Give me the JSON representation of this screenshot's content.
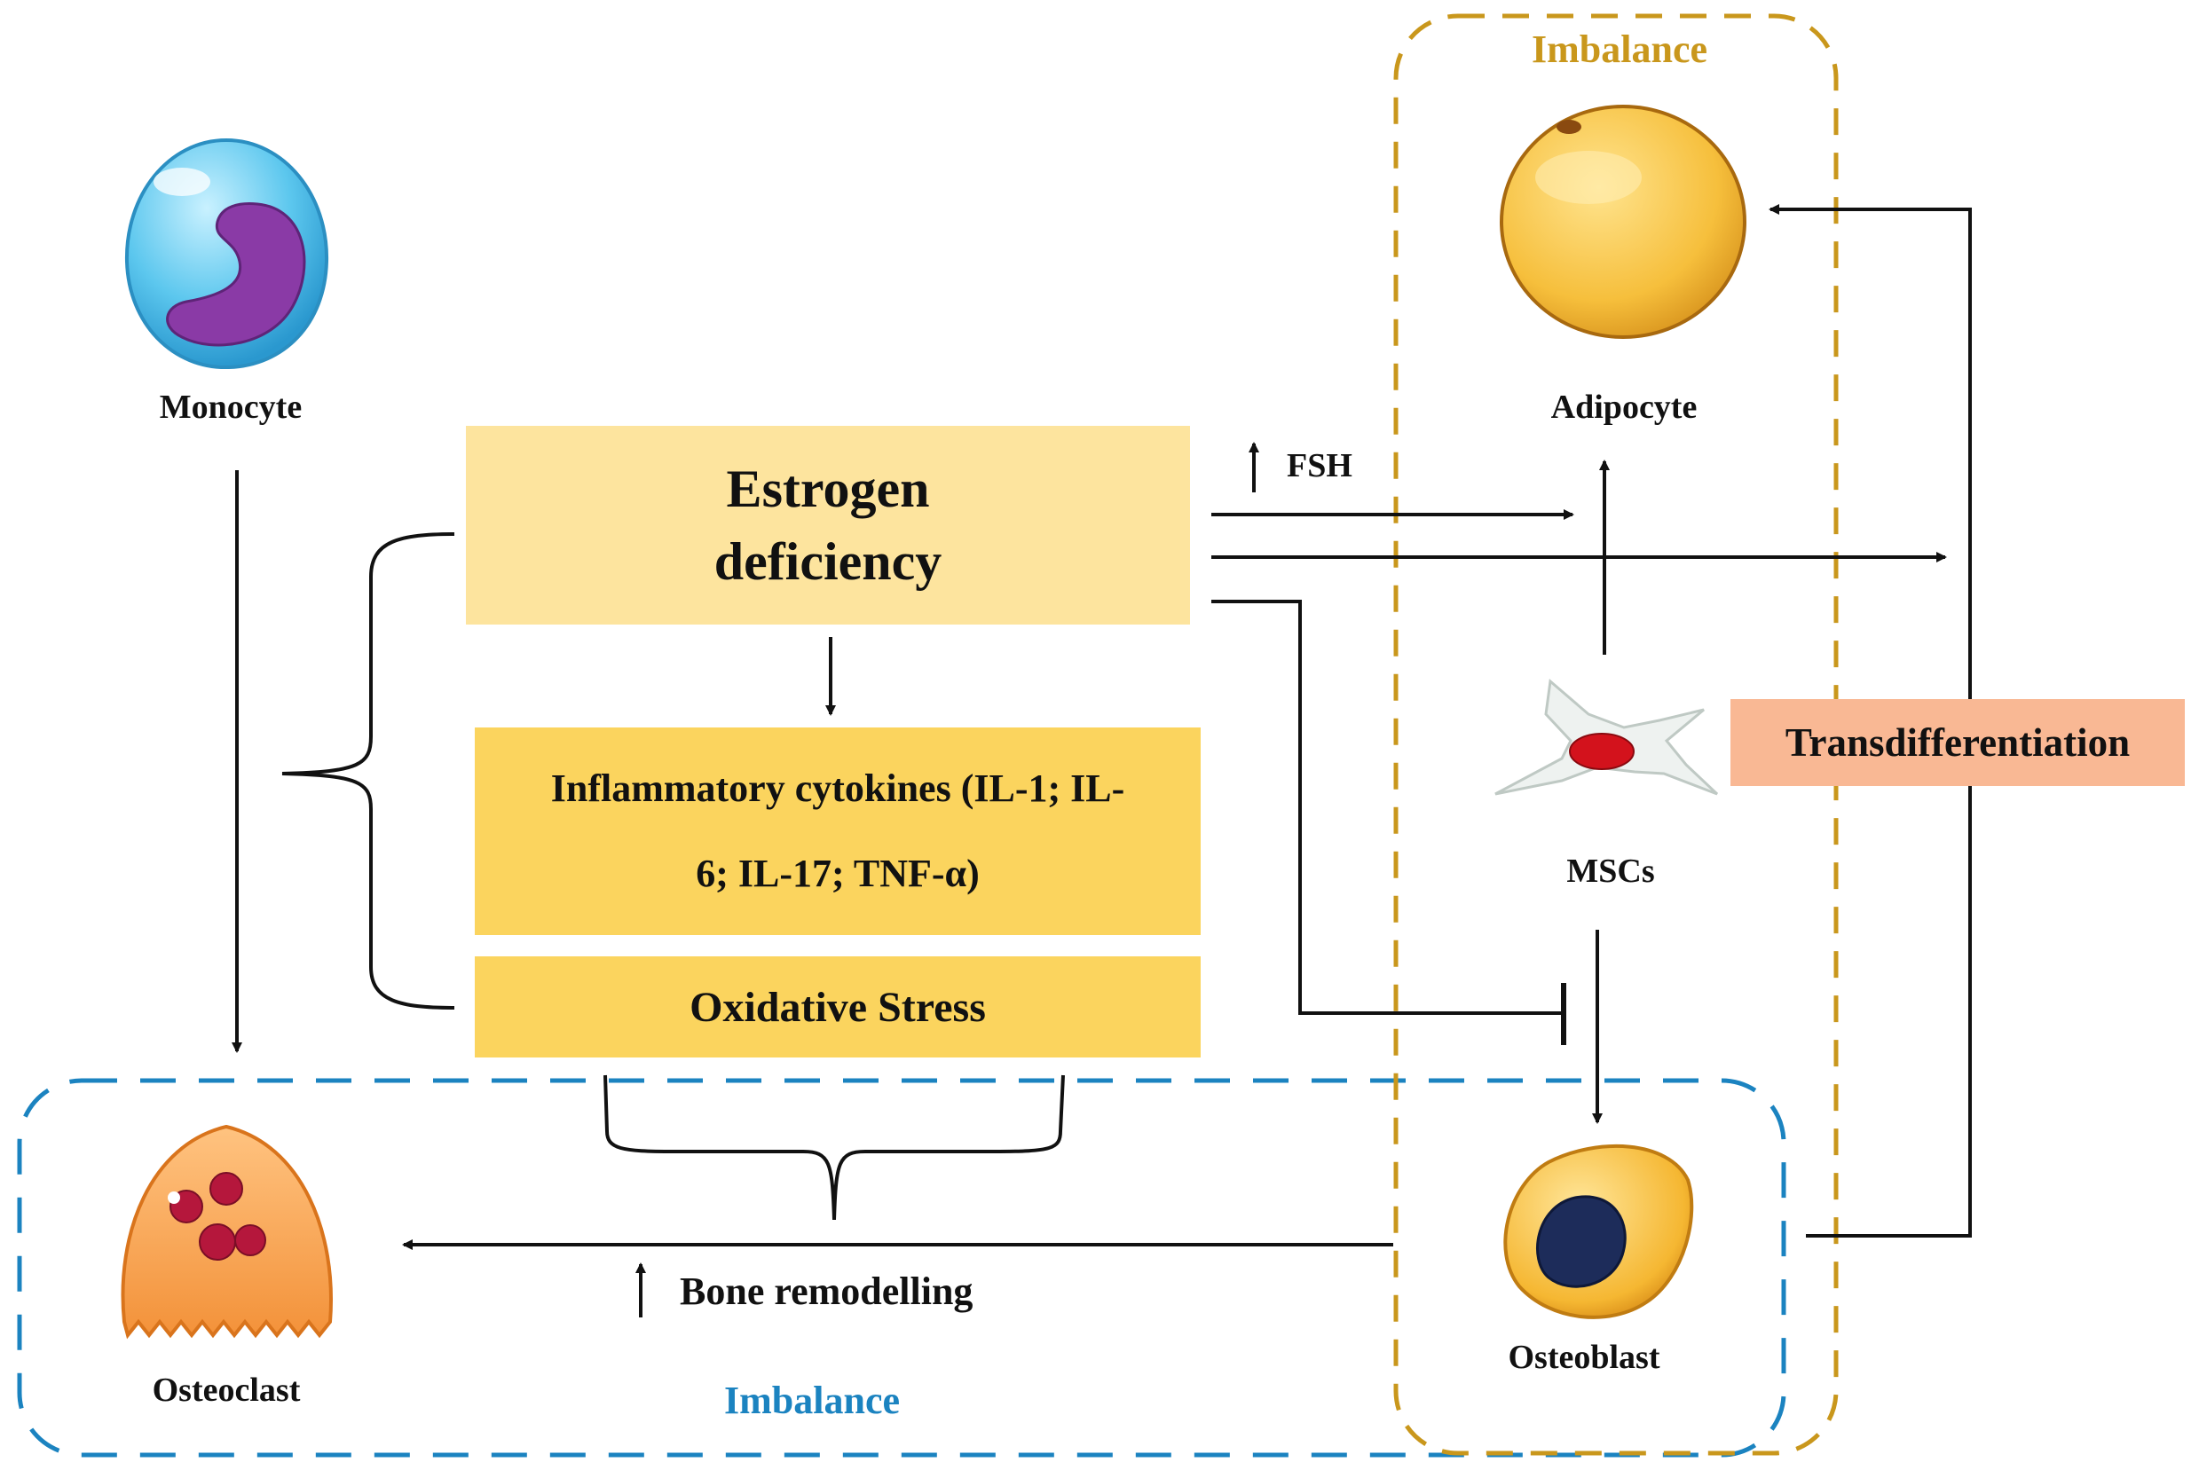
{
  "labels": {
    "estrogen_line1": "Estrogen",
    "estrogen_line2": "deficiency",
    "cytokines_line1": "Inflammatory cytokines (IL-1; IL-",
    "cytokines_line2": "6; IL-17; TNF-α)",
    "oxidative_stress": "Oxidative Stress",
    "fsh": "FSH",
    "transdifferentiation": "Transdifferentiation",
    "bone_remodelling": "Bone remodelling",
    "imbalance_top": "Imbalance",
    "imbalance_bottom": "Imbalance"
  },
  "cells": {
    "monocyte": "Monocyte",
    "adipocyte": "Adipocyte",
    "mscs": "MSCs",
    "osteoclast": "Osteoclast",
    "osteoblast": "Osteoblast"
  },
  "colors": {
    "estrogen_box": "#fde49e",
    "cytokine_box": "#fbd45e",
    "oxidative_box": "#fbd45e",
    "transdiff_box": "#f9b894",
    "imbalance_gold": "#c9971c",
    "imbalance_blue": "#1b83c0",
    "arrow": "#111111"
  }
}
